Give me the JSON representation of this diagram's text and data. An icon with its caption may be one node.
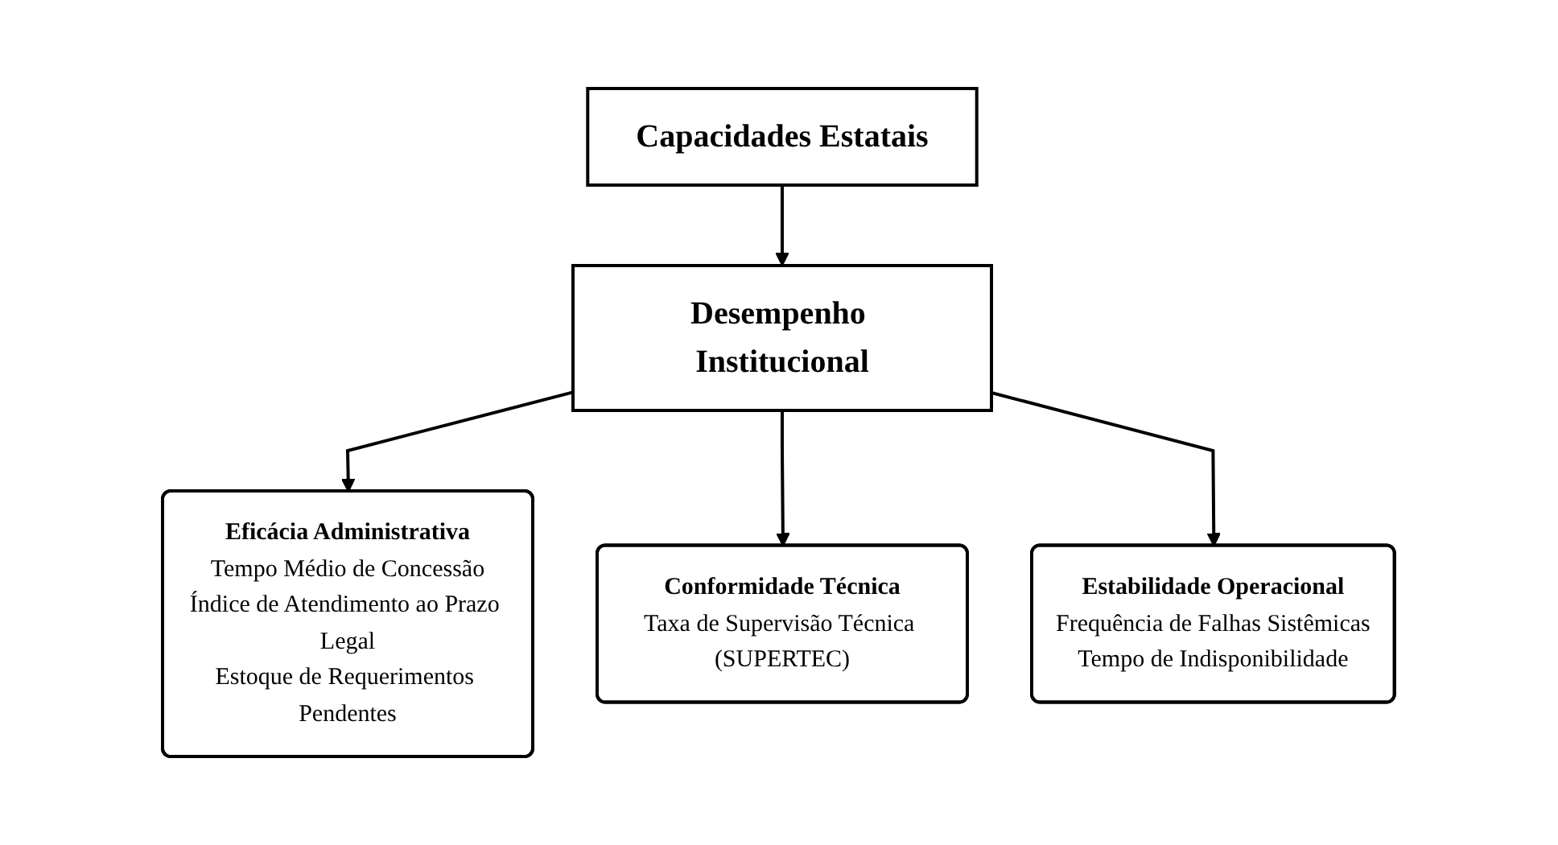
{
  "diagram": {
    "nodes": [
      {
        "text": [
          "Capacidades Estatais"
        ]
      },
      {
        "text": [
          "Desempenho Institucional"
        ]
      },
      {
        "text": [
          "Eficácia Administrativa",
          "Tempo Médio de Concessão",
          "Índice de Atendimento ao Prazo Legal",
          "Estoque de Requerimentos Pendentes"
        ]
      },
      {
        "text": [
          "Conformidade Técnica",
          "Taxa de Supervisão Técnica (SUPERTEC)"
        ]
      },
      {
        "text": [
          "Estabilidade Operacional",
          "Frequência de Falhas Sistêmicas",
          "Tempo de Indisponibilidade"
        ]
      }
    ],
    "edges": [
      {
        "from": 0,
        "to": 1,
        "arrow": "to"
      },
      {
        "from": 1,
        "to": 2,
        "arrow": "to"
      },
      {
        "from": 1,
        "to": 3,
        "arrow": "to"
      },
      {
        "from": 1,
        "to": 4,
        "arrow": "to"
      }
    ]
  }
}
